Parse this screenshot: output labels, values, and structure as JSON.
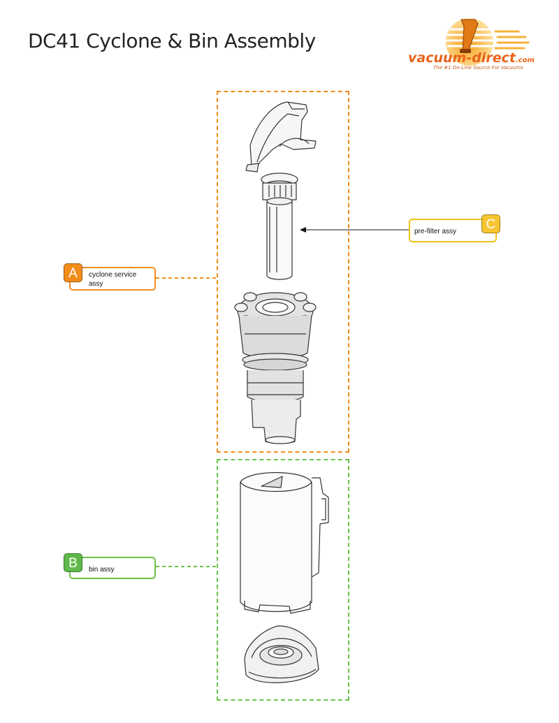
{
  "title": "DC41 Cyclone & Bin Assembly",
  "logo": {
    "name": "vacuum-direct",
    "domain": ".com",
    "tagline": "The #1 On-Line Source For Vacuums"
  },
  "callouts": [
    {
      "letter": "A",
      "label": "cyclone service assy",
      "color": "#f28c1a"
    },
    {
      "letter": "B",
      "label": "bin assy",
      "color": "#6cc24a"
    },
    {
      "letter": "C",
      "label": "pre-filter assy",
      "color": "#f7c531"
    }
  ]
}
